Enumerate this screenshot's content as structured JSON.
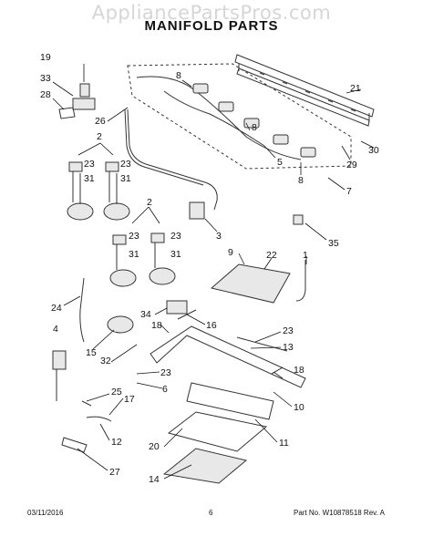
{
  "watermark": "AppliancePartsPros.com",
  "title": "MANIFOLD PARTS",
  "footer": {
    "date": "03/11/2016",
    "page": "6",
    "part_no": "Part No. W10878518  Rev. A"
  },
  "callouts": {
    "c19": "19",
    "c33": "33",
    "c28": "28",
    "c26": "26",
    "c2a": "2",
    "c23a": "23",
    "c31a": "31",
    "c23b": "23",
    "c31b": "31",
    "c8a": "8",
    "c8b": "8",
    "c8c": "8",
    "c21": "21",
    "c30": "30",
    "c29": "29",
    "c5": "5",
    "c7": "7",
    "c2b": "2",
    "c23c": "23",
    "c31c": "31",
    "c23d": "23",
    "c31d": "31",
    "c3": "3",
    "c35": "35",
    "c9": "9",
    "c22": "22",
    "c1": "1",
    "c24": "24",
    "c34": "34",
    "c16": "16",
    "c18a": "18",
    "c4": "4",
    "c15": "15",
    "c32": "32",
    "c23e": "23",
    "c13": "13",
    "c23f": "23",
    "c18b": "18",
    "c6": "6",
    "c25": "25",
    "c17": "17",
    "c10": "10",
    "c12": "12",
    "c20": "20",
    "c11": "11",
    "c27": "27",
    "c14": "14"
  }
}
